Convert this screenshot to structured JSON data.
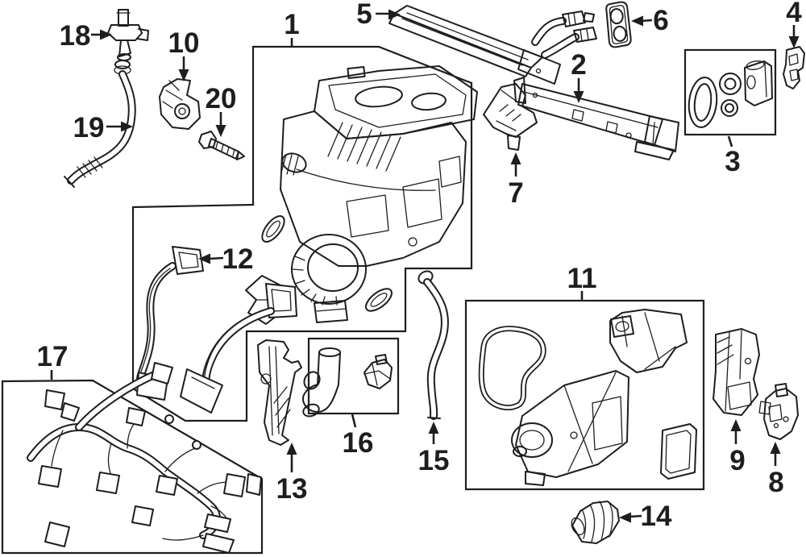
{
  "diagram": {
    "colors": {
      "line": "#1e1e1e",
      "background": "#ffffff"
    },
    "callouts": {
      "n1": "1",
      "n2": "2",
      "n3": "3",
      "n4": "4",
      "n5": "5",
      "n6": "6",
      "n7": "7",
      "n8": "8",
      "n9": "9",
      "n10": "10",
      "n11": "11",
      "n12": "12",
      "n13": "13",
      "n14": "14",
      "n15": "15",
      "n16": "16",
      "n17": "17",
      "n18": "18",
      "n19": "19",
      "n20": "20"
    }
  }
}
